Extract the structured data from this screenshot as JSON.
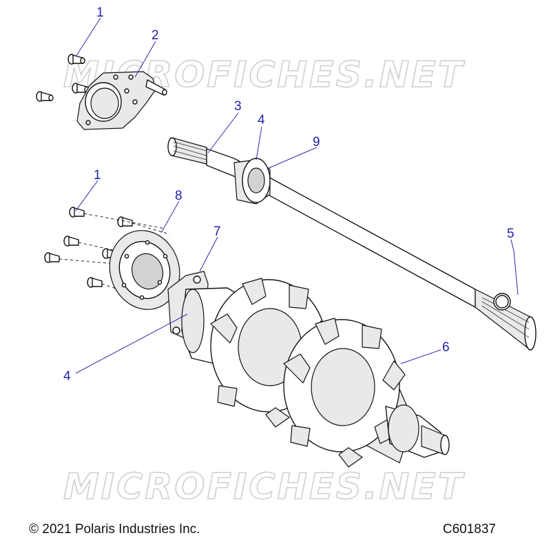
{
  "watermark": "MICROFICHES.NET",
  "copyright": "© 2021 Polaris Industries Inc.",
  "figure_id": "C601837",
  "callouts": {
    "c1a": "1",
    "c2": "2",
    "c3": "3",
    "c4a": "4",
    "c9": "9",
    "c1b": "1",
    "c8": "8",
    "c7": "7",
    "c5": "5",
    "c6": "6",
    "c4b": "4"
  },
  "colors": {
    "callout": "#1f1faa",
    "line": "#111111",
    "watermark": "#cfcfcf"
  }
}
